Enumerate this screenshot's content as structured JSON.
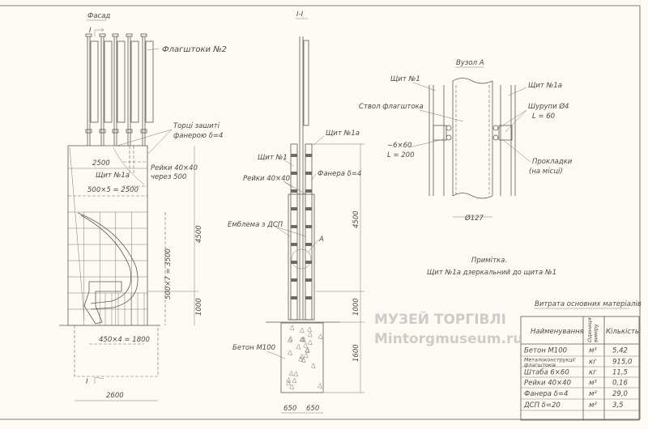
{
  "facade": {
    "title": "Фасад",
    "section_mark": "I",
    "flagpoles_label": "Флагштоки №2",
    "ends_label_1": "Торці зашиті",
    "ends_label_2": "фанерою δ=4",
    "dim_2500": "2500",
    "slats_label_1": "Рейки 40×40",
    "slats_label_2": "через 500",
    "panel_label": "Щит №1а",
    "dim_500x5": "500×5 = 2500",
    "dim_4500": "4500",
    "dim_500x7": "500×7 = 3500",
    "dim_1000": "1000",
    "dim_450x4": "450×4 = 1800",
    "dim_2600": "2600"
  },
  "section": {
    "title": "I-I",
    "panel_1a": "Щит №1а",
    "panel_1": "Щит №1",
    "slats": "Рейки 40×40",
    "plywood": "Фанера δ=4",
    "emblem": "Емблема з ДСП",
    "node_mark": "A",
    "concrete": "Бетон М100",
    "dim_4500": "4500",
    "dim_1000": "1000",
    "dim_1600": "1600",
    "dim_650_left": "650",
    "dim_650_right": "650"
  },
  "node": {
    "title": "Вузол А",
    "panel_1": "Щит №1",
    "panel_1a": "Щит №1а",
    "trunk": "Ствол флагштока",
    "screws_1": "Шурупи Ø4",
    "screws_2": "L = 60",
    "strip_1": "−6×60",
    "strip_2": "L = 200",
    "gaskets_1": "Прокладки",
    "gaskets_2": "(на місці)",
    "diameter": "Ø127"
  },
  "note": {
    "title": "Примітка.",
    "text": "Щит №1а  дзеркальний  до  щита №1"
  },
  "materials": {
    "title": "Витрата основних матеріалів",
    "headers": [
      "Найменування",
      "Одиниця виміру",
      "Кількість"
    ],
    "rows": [
      {
        "name": "Бетон М100",
        "unit": "м³",
        "qty": "5,42"
      },
      {
        "name": "Металоконструкції флагштоків",
        "unit": "кг",
        "qty": "915,0"
      },
      {
        "name": "Штаба 6×60",
        "unit": "кг",
        "qty": "11,5"
      },
      {
        "name": "Рейки 40×40",
        "unit": "м³",
        "qty": "0,16"
      },
      {
        "name": "Фанера δ=4",
        "unit": "м²",
        "qty": "29,0"
      },
      {
        "name": "ДСП δ=20",
        "unit": "м²",
        "qty": "3,5"
      }
    ]
  },
  "watermark": {
    "line1": "МУЗЕЙ ТОРГІВЛІ",
    "line2": "Mintorgmuseum.ru"
  }
}
